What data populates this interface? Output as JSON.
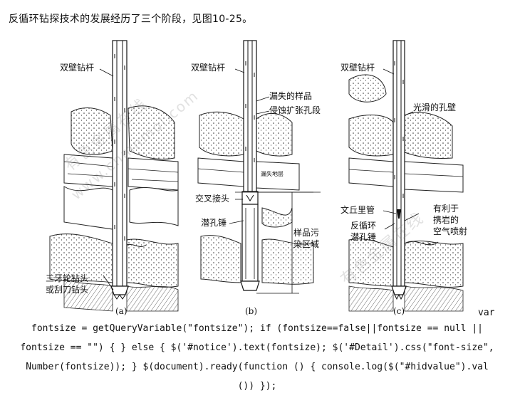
{
  "intro_text": "反循环钻探技术的发展经历了三个阶段，见图10-25。",
  "figure": {
    "panel_a": {
      "caption": "(a)",
      "label_pipe": "双壁钻杆",
      "label_bit_1": "三牙轮钻头",
      "label_bit_2": "或刮刀钻头"
    },
    "panel_b": {
      "caption": "(b)",
      "label_pipe": "双壁钻杆",
      "label_lost_sample": "漏失的样品",
      "label_erosion": "侵蚀扩张孔段",
      "label_lost_layer": "漏失地层",
      "label_crossover": "交叉接头",
      "label_hammer": "潜孔锤",
      "label_contamination_1": "样品污",
      "label_contamination_2": "染区域"
    },
    "panel_c": {
      "caption": "(c)",
      "label_pipe": "双壁钻杆",
      "label_smooth": "光滑的孔壁",
      "label_venturi": "文丘里管",
      "label_rc_hammer_1": "反循环",
      "label_rc_hammer_2": "潜孔锤",
      "label_jet_1": "有利于",
      "label_jet_2": "携岩的",
      "label_jet_3": "空气喷射"
    },
    "watermark_1": "有色金属在线",
    "watermark_2": "www.cnmnmol.com",
    "watermark_3": "有色金属在线"
  },
  "code_lines": {
    "line0": "var",
    "line1": "fontsize = getQueryVariable(\"fontsize\"); if (fontsize==false||fontsize == null ||",
    "line2": "fontsize == \"\") { } else { $('#notice').text(fontsize); $('#Detail').css(\"font-size\",",
    "line3": "Number(fontsize)); } $(document).ready(function () { console.log($(\"#hidvalue\").val",
    "line4": "()) });"
  }
}
